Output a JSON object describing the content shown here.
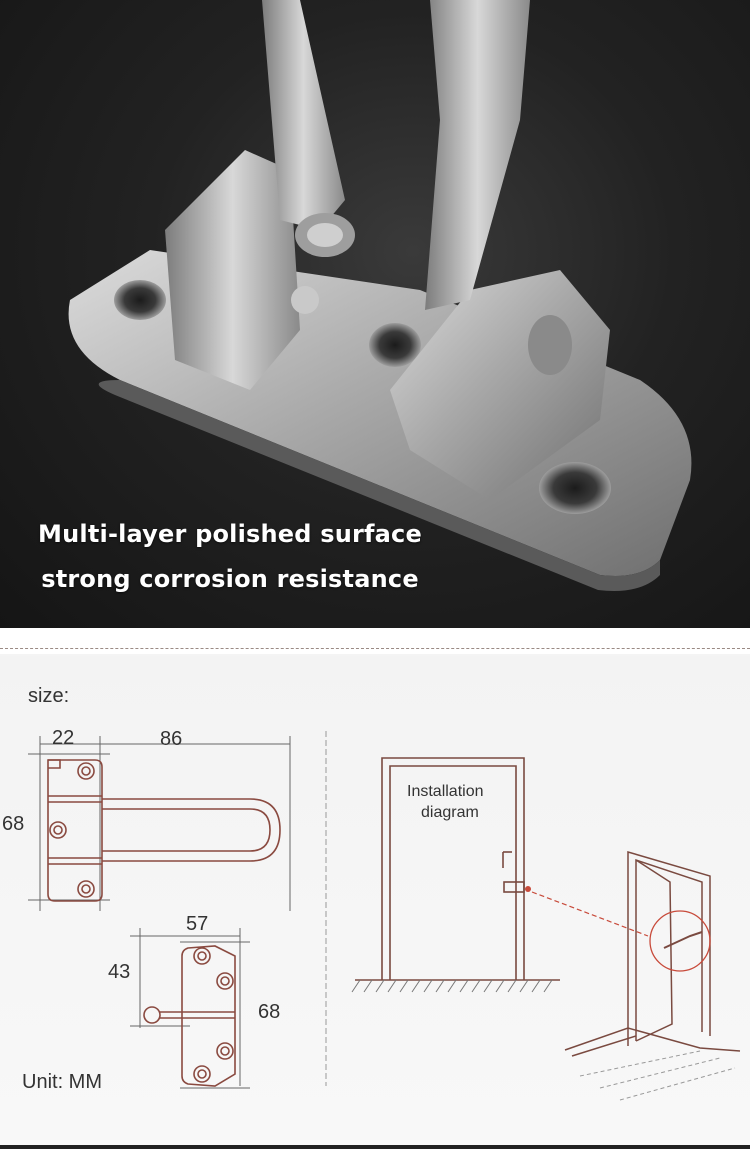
{
  "photo": {
    "caption_line1": "Multi-layer polished surface",
    "caption_line2": "strong corrosion resistance"
  },
  "size_section": {
    "title": "size:",
    "top_drawing": {
      "dim_width_left": "22",
      "dim_width_right": "86",
      "dim_height": "68"
    },
    "bottom_drawing": {
      "dim_width": "57",
      "dim_offset": "43",
      "dim_height": "68"
    },
    "unit": "Unit: MM"
  },
  "installation": {
    "label_line1": "Installation",
    "label_line2": "diagram"
  },
  "colors": {
    "drawing_line": "#8a4a40",
    "photo_bg": "#1c1c1c",
    "caption": "#ffffff"
  }
}
